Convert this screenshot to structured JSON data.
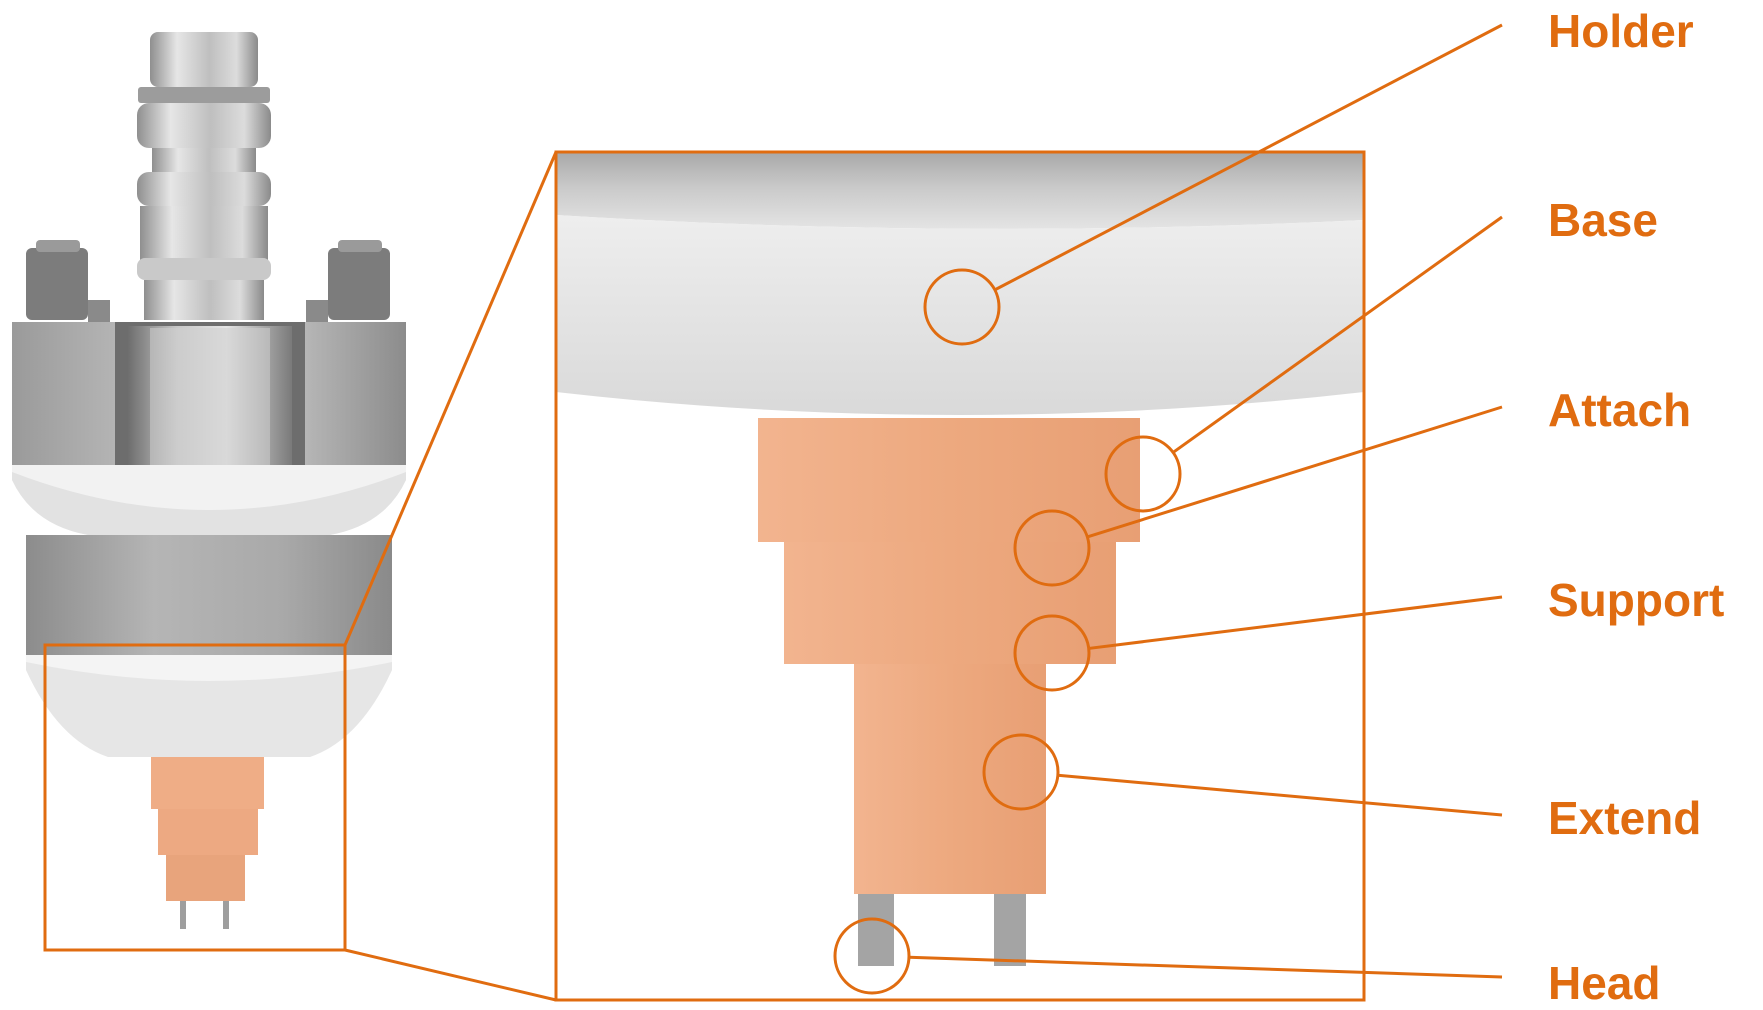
{
  "colors": {
    "accent": "#E06C10",
    "copper": "#EFAD86",
    "copper_dark": "#E39E76",
    "steel_light": "#E8E8E8",
    "steel_mid": "#BDBDBD",
    "steel_dark": "#8A8A8A",
    "ceramic": "#F2F2F2"
  },
  "callouts": [
    {
      "id": "holder",
      "label": "Holder"
    },
    {
      "id": "base",
      "label": "Base"
    },
    {
      "id": "attach",
      "label": "Attach"
    },
    {
      "id": "support",
      "label": "Support"
    },
    {
      "id": "extend",
      "label": "Extend"
    },
    {
      "id": "head",
      "label": "Head"
    }
  ]
}
